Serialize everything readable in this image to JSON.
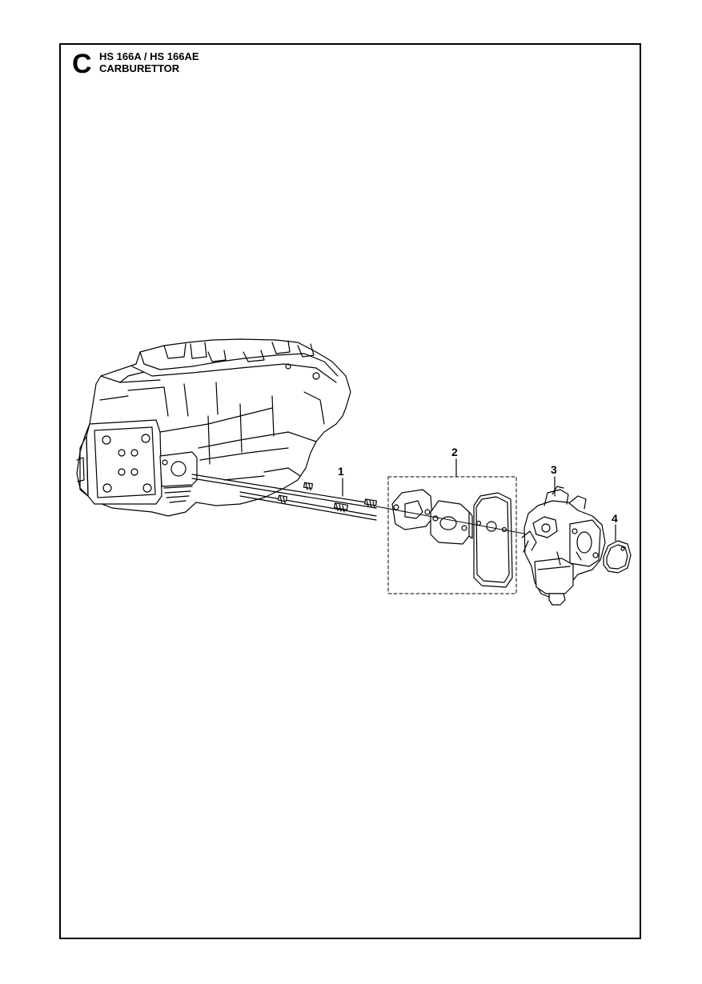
{
  "header": {
    "section_letter": "C",
    "model": "HS 166A / HS 166AE",
    "title": "CARBURETTOR"
  },
  "callouts": [
    {
      "id": "1",
      "label": "1"
    },
    {
      "id": "2",
      "label": "2"
    },
    {
      "id": "3",
      "label": "3"
    },
    {
      "id": "4",
      "label": "4"
    }
  ],
  "colors": {
    "line": "#000000",
    "background": "#ffffff",
    "shade": "#e6e6e6"
  }
}
